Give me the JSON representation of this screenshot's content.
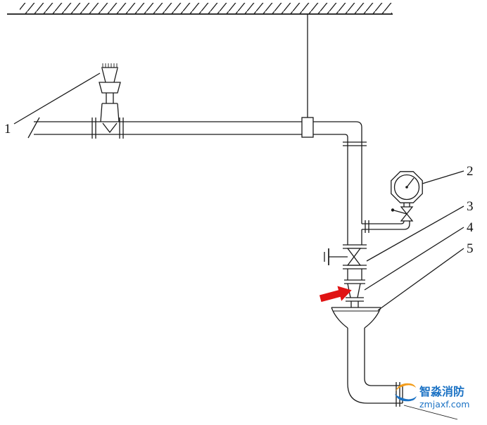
{
  "callouts": [
    {
      "label": "1"
    },
    {
      "label": "2"
    },
    {
      "label": "3"
    },
    {
      "label": "4"
    },
    {
      "label": "5"
    }
  ],
  "watermark": {
    "brand": "智淼消防",
    "site": "zmjaxf.com"
  },
  "colors": {
    "line": "#1a1a1a",
    "arrow_red": "#e01313",
    "brand_blue": "#1b72c4",
    "brand_orange": "#f39c1a"
  },
  "icons": {
    "red_arrow": "pointer-arrow-right-up",
    "gauge": "pressure-gauge-dial"
  }
}
